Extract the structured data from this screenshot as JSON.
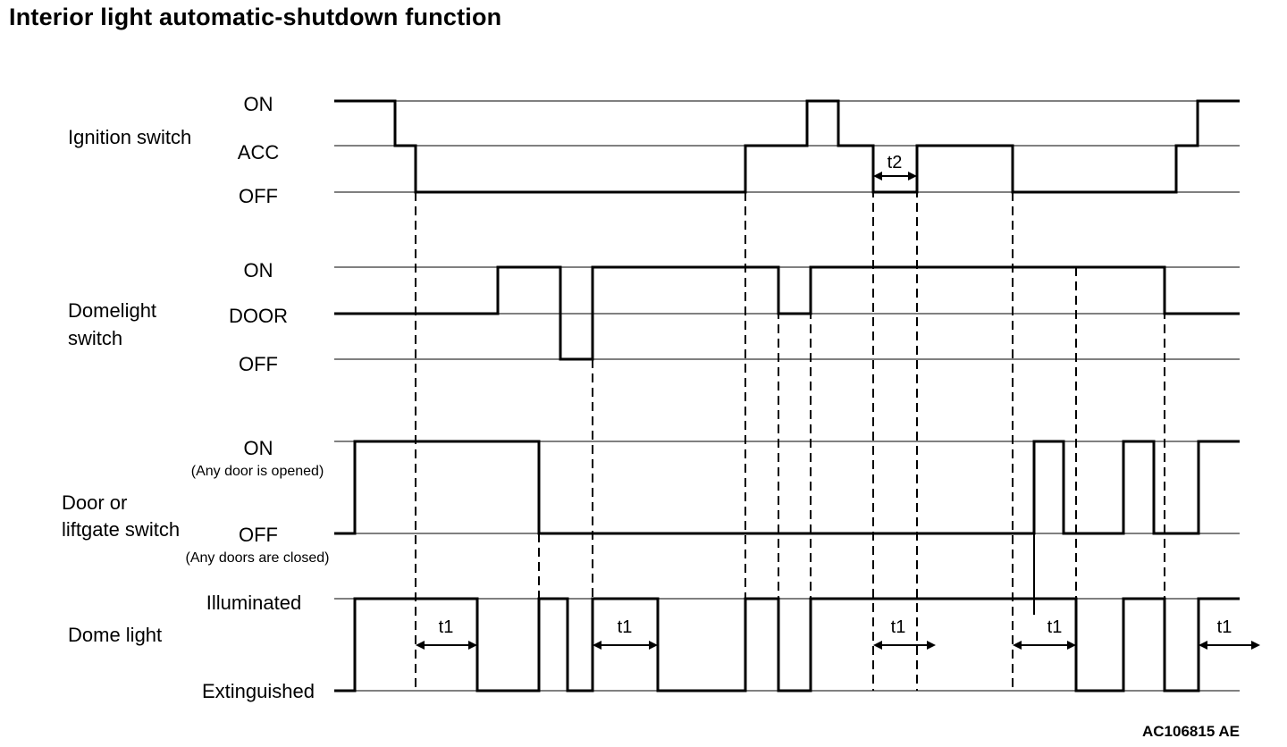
{
  "title": "Interior light automatic-shutdown function",
  "reference_code": "AC106815 AE",
  "signals": [
    {
      "id": "ignition",
      "name_lines": [
        "Ignition switch"
      ],
      "states": [
        "ON",
        "ACC",
        "OFF"
      ]
    },
    {
      "id": "domelight",
      "name_lines": [
        "Domelight",
        "switch"
      ],
      "states": [
        "ON",
        "DOOR",
        "OFF"
      ]
    },
    {
      "id": "door",
      "name_lines": [
        "Door or",
        "liftgate switch"
      ],
      "states": [
        "ON",
        "OFF"
      ],
      "state_notes": [
        "(Any door is opened)",
        "(Any doors are closed)"
      ]
    },
    {
      "id": "dome",
      "name_lines": [
        "Dome light"
      ],
      "states": [
        "Illuminated",
        "Extinguished"
      ]
    }
  ],
  "timing_labels": {
    "t1": "t1",
    "t2": "t2"
  }
}
